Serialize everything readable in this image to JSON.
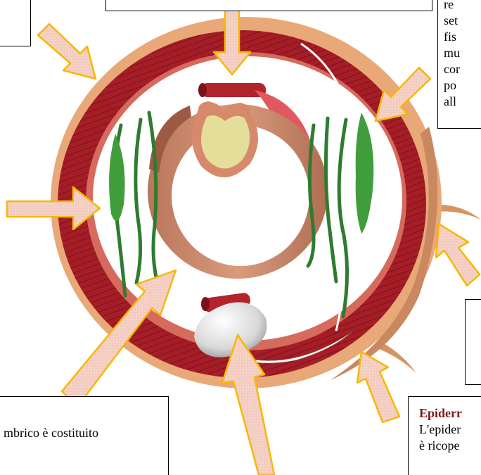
{
  "text_boxes": {
    "top_right_lines": [
      "re",
      "set",
      "fis",
      "mu",
      "cor",
      "po",
      "all"
    ],
    "bottom_left_text": "mbrico è costituito",
    "bottom_right_heading": "Epiderr",
    "bottom_right_lines": [
      "L'epider",
      "è ricope"
    ]
  },
  "colors": {
    "cuticle": "#e8a877",
    "muscle": "#b0212a",
    "intestine": "#c8876a",
    "typhlosole": "#e4de9a",
    "nephridium": "#3a8c3a",
    "nerve_cord": "#f0f0f0",
    "arrow_fill": "#f5d3c6",
    "arrow_stroke": "#f6b800"
  }
}
